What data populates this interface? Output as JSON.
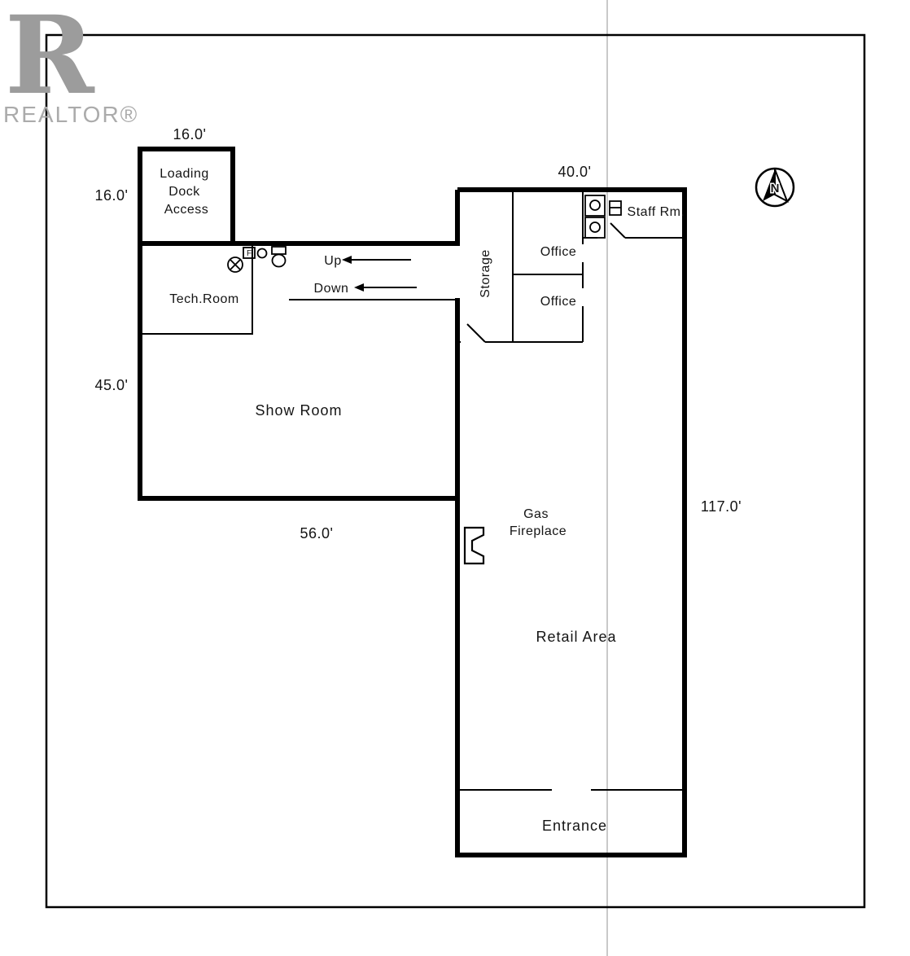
{
  "branding": {
    "logo_letter": "R",
    "logo_text": "REALTOR®"
  },
  "colors": {
    "wall": "#000000",
    "logo_gray": "#9c9c9c",
    "scan_line": "#c9c9c9",
    "background": "#ffffff"
  },
  "compass": {
    "north_label": "N"
  },
  "dimensions": {
    "loading_dock_width": "16.0'",
    "loading_dock_depth": "16.0'",
    "retail_width": "40.0'",
    "show_room_depth": "45.0'",
    "show_room_width": "56.0'",
    "retail_length": "117.0'"
  },
  "rooms": {
    "loading_dock_lines": [
      "Loading",
      "Dock",
      "Access"
    ],
    "tech_room": "Tech.Room",
    "show_room": "Show Room",
    "storage": "Storage",
    "office_1": "Office",
    "office_2": "Office",
    "staff_room": "Staff Rm.",
    "retail_area": "Retail Area",
    "gas_fireplace_lines": [
      "Gas",
      "Fireplace"
    ],
    "entrance": "Entrance"
  },
  "stairs": {
    "up": "Up",
    "down": "Down"
  },
  "fixtures": {
    "furnace_label": "F"
  }
}
